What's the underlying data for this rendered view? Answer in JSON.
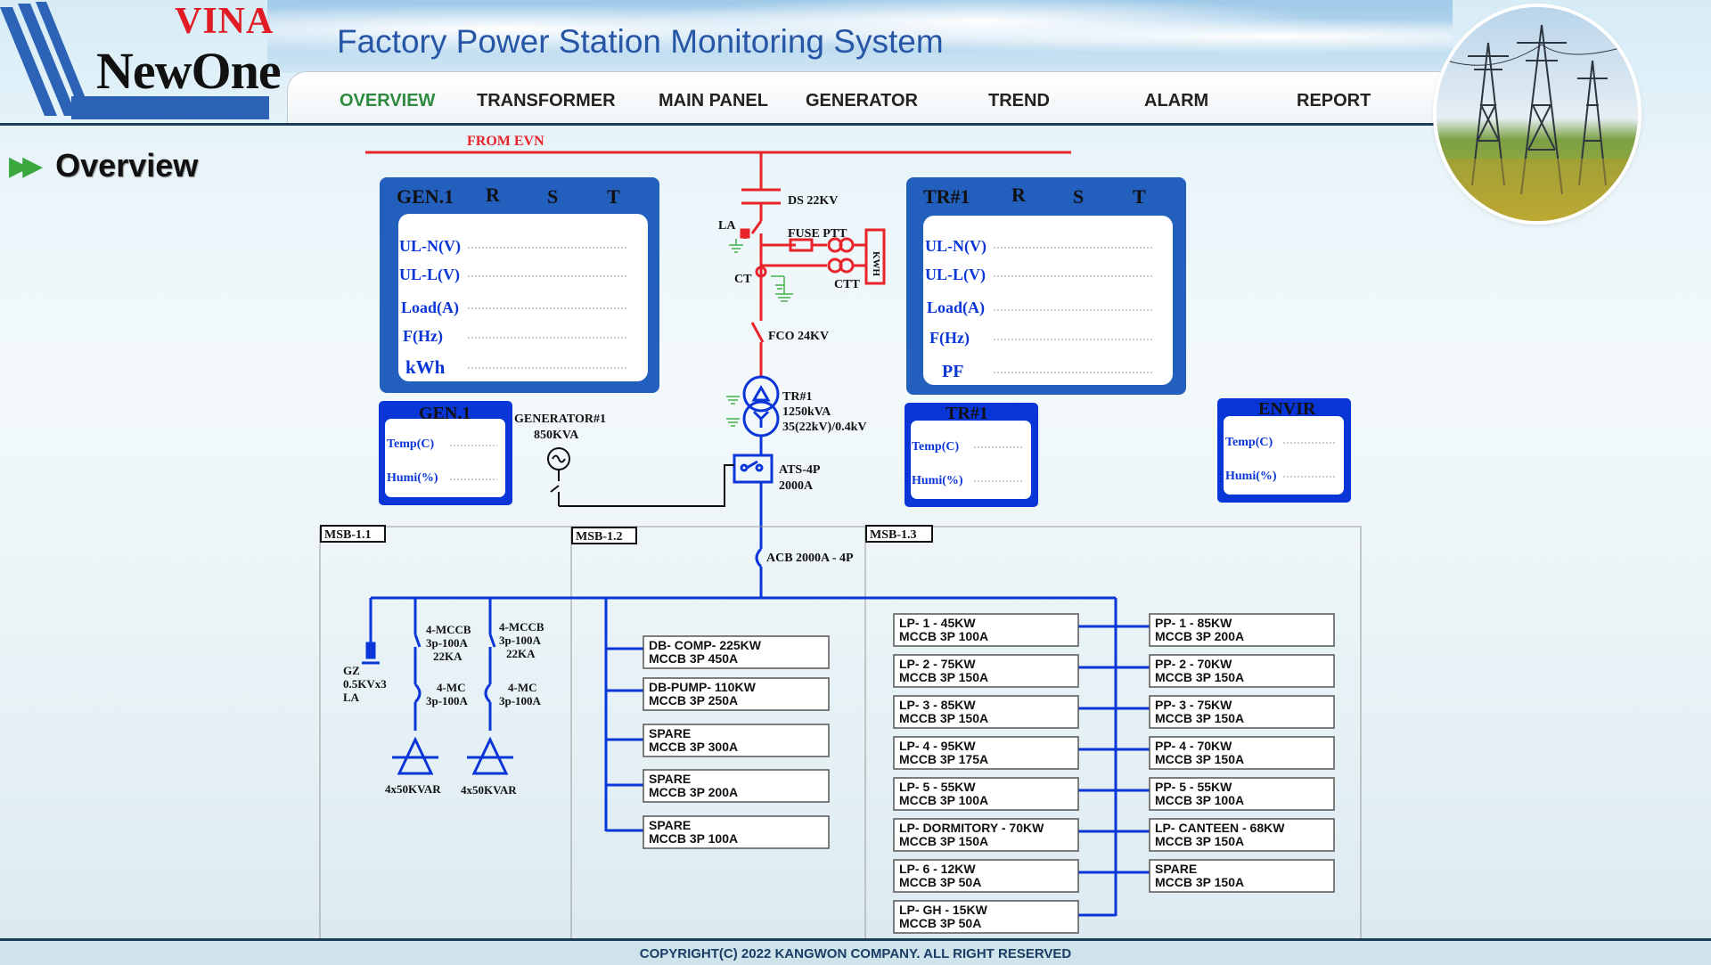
{
  "brand": {
    "top": "VINA",
    "bottom": "NewOne"
  },
  "app_title": "Factory Power Station Monitoring System",
  "nav": [
    {
      "label": "OVERVIEW",
      "active": true
    },
    {
      "label": "TRANSFORMER"
    },
    {
      "label": "MAIN PANEL"
    },
    {
      "label": "GENERATOR"
    },
    {
      "label": "TREND"
    },
    {
      "label": "ALARM"
    },
    {
      "label": "REPORT"
    }
  ],
  "section_title": "Overview",
  "icons": {
    "section": "double-chevron-right-icon",
    "pylon": "power-pylon-photo"
  },
  "colors": {
    "line_red": "#e8232a",
    "line_blue": "#0a36d8",
    "panel_blue": "#2360bd",
    "active_nav": "#2e8a3e"
  },
  "diagram": {
    "from_evn": "FROM EVN",
    "gen_panel": {
      "title": "GEN.1",
      "phases": [
        "R",
        "S",
        "T"
      ],
      "rows": [
        "UL-N(V)",
        "UL-L(V)",
        "Load(A)",
        "F(Hz)",
        "kWh"
      ]
    },
    "tr_panel": {
      "title": "TR#1",
      "phases": [
        "R",
        "S",
        "T"
      ],
      "rows": [
        "UL-N(V)",
        "UL-L(V)",
        "Load(A)",
        "F(Hz)",
        "PF"
      ]
    },
    "env_gen": {
      "title": "GEN.1",
      "rows": [
        "Temp(C)",
        "Humi(%)"
      ]
    },
    "env_tr": {
      "title": "TR#1",
      "rows": [
        "Temp(C)",
        "Humi(%)"
      ]
    },
    "env_envir": {
      "title": "ENVIR",
      "rows": [
        "Temp(C)",
        "Humi(%)"
      ]
    },
    "labels": {
      "ds": "DS 22KV",
      "la": "LA",
      "fuse_ptt": "FUSE  PTT",
      "kwh": "KWH",
      "ct": "CT",
      "ctt": "CTT",
      "fco": "FCO 24KV",
      "tr1": "TR#1",
      "tr1_kva": "1250kVA",
      "tr1_ratio": "35(22kV)/0.4kV",
      "gen1": "GENERATOR#1",
      "gen1_kva": "850KVA",
      "ats1": "ATS-4P",
      "ats2": "2000A",
      "acb": "ACB 2000A - 4P",
      "msb11": "MSB-1.1",
      "msb12": "MSB-1.2",
      "msb13": "MSB-1.3",
      "gz1": "GZ",
      "gz2": "0.5KVx3",
      "gz3": "LA",
      "mccb1": [
        "4-MCCB",
        "3p-100A",
        "22KA"
      ],
      "mc1": [
        "4-MC",
        "3p-100A"
      ],
      "kvar1": "4x50KVAR",
      "mccb2": [
        "4-MCCB",
        "3p-100A",
        "22KA"
      ],
      "mc2": [
        "4-MC",
        "3p-100A"
      ],
      "kvar2": "4x50KVAR"
    },
    "msb12_feeders": [
      [
        "DB- COMP- 225KW",
        "MCCB 3P 450A"
      ],
      [
        "DB-PUMP- 110KW",
        "MCCB 3P 250A"
      ],
      [
        "SPARE",
        "MCCB 3P 300A"
      ],
      [
        "SPARE",
        "MCCB 3P 200A"
      ],
      [
        "SPARE",
        "MCCB 3P 100A"
      ]
    ],
    "msb13_lp": [
      [
        "LP- 1 - 45KW",
        "MCCB 3P 100A"
      ],
      [
        "LP- 2 - 75KW",
        "MCCB 3P 150A"
      ],
      [
        "LP- 3 - 85KW",
        "MCCB 3P 150A"
      ],
      [
        "LP- 4 - 95KW",
        "MCCB 3P 175A"
      ],
      [
        "LP- 5 - 55KW",
        "MCCB 3P 100A"
      ],
      [
        "LP- DORMITORY - 70KW",
        "MCCB 3P 150A"
      ],
      [
        "LP- 6 - 12KW",
        "MCCB 3P 50A"
      ],
      [
        "LP- GH - 15KW",
        "MCCB 3P 50A"
      ]
    ],
    "msb13_pp": [
      [
        "PP- 1 - 85KW",
        "MCCB 3P 200A"
      ],
      [
        "PP- 2 - 70KW",
        "MCCB 3P 150A"
      ],
      [
        "PP- 3 - 75KW",
        "MCCB 3P 150A"
      ],
      [
        "PP- 4 - 70KW",
        "MCCB 3P 150A"
      ],
      [
        "PP- 5 - 55KW",
        "MCCB 3P 100A"
      ],
      [
        "LP- CANTEEN - 68KW",
        "MCCB 3P 150A"
      ],
      [
        "SPARE",
        "MCCB 3P 150A"
      ]
    ]
  },
  "footer": "COPYRIGHT(C) 2022 KANGWON COMPANY. ALL RIGHT RESERVED"
}
